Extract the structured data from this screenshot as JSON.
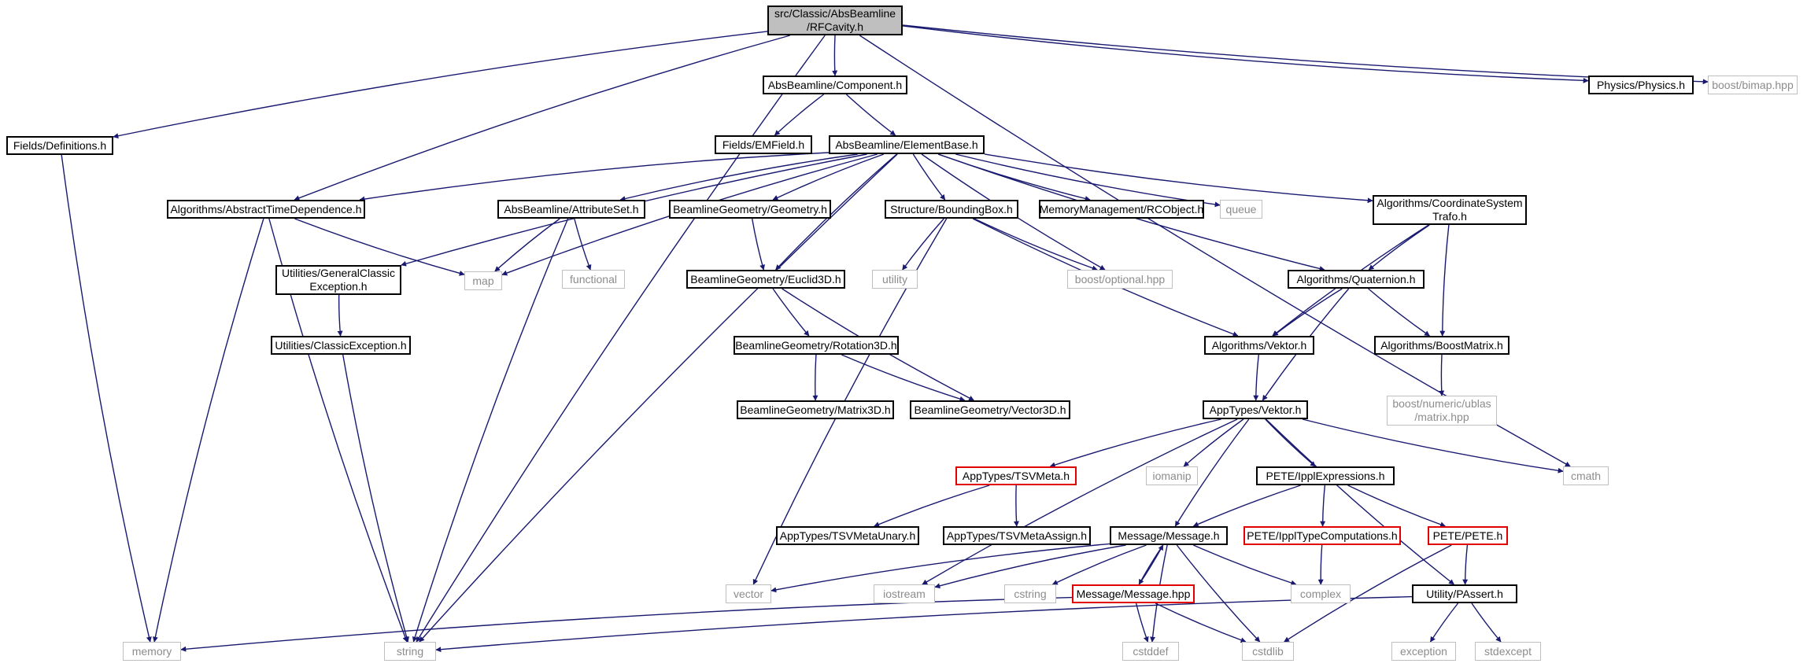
{
  "colors": {
    "edge": "#191970",
    "node_border": "#000000",
    "external_border": "#bfbfbf",
    "external_text": "#8c8c8c",
    "incomplete_border": "#e00000",
    "root_fill": "#bfbfbf"
  },
  "nodes": {
    "rfcavity": "src/Classic/AbsBeamline\n/RFCavity.h",
    "component": "AbsBeamline/Component.h",
    "physics": "Physics/Physics.h",
    "bimap": "boost/bimap.hpp",
    "definitions": "Fields/Definitions.h",
    "emfield": "Fields/EMField.h",
    "elementbase": "AbsBeamline/ElementBase.h",
    "abstracttime": "Algorithms/AbstractTimeDependence.h",
    "attributeset": "AbsBeamline/AttributeSet.h",
    "geometry": "BeamlineGeometry/Geometry.h",
    "boundingbox": "Structure/BoundingBox.h",
    "rcobject": "MemoryManagement/RCObject.h",
    "queue": "queue",
    "coordtrafo": "Algorithms/CoordinateSystem\nTrafo.h",
    "genclassicexc": "Utilities/GeneralClassic\nException.h",
    "map": "map",
    "functional": "functional",
    "euclid3d": "BeamlineGeometry/Euclid3D.h",
    "utility": "utility",
    "optional": "boost/optional.hpp",
    "quaternion": "Algorithms/Quaternion.h",
    "classicexc": "Utilities/ClassicException.h",
    "rotation3d": "BeamlineGeometry/Rotation3D.h",
    "algvektor": "Algorithms/Vektor.h",
    "boostmatrix": "Algorithms/BoostMatrix.h",
    "ublas": "boost/numeric/ublas\n/matrix.hpp",
    "matrix3d": "BeamlineGeometry/Matrix3D.h",
    "vector3d": "BeamlineGeometry/Vector3D.h",
    "appvektor": "AppTypes/Vektor.h",
    "tsvmeta": "AppTypes/TSVMeta.h",
    "iomanip": "iomanip",
    "ipplexpr": "PETE/IpplExpressions.h",
    "cmath": "cmath",
    "tsvunary": "AppTypes/TSVMetaUnary.h",
    "tsvassign": "AppTypes/TSVMetaAssign.h",
    "message": "Message/Message.h",
    "ippltype": "PETE/IpplTypeComputations.h",
    "pete": "PETE/PETE.h",
    "vector": "vector",
    "iostream": "iostream",
    "cstring": "cstring",
    "messagehpp": "Message/Message.hpp",
    "complex": "complex",
    "passert": "Utility/PAssert.h",
    "memory": "memory",
    "string": "string",
    "cstddef": "cstddef",
    "cstdlib": "cstdlib",
    "exception": "exception",
    "stdexcept": "stdexcept"
  }
}
